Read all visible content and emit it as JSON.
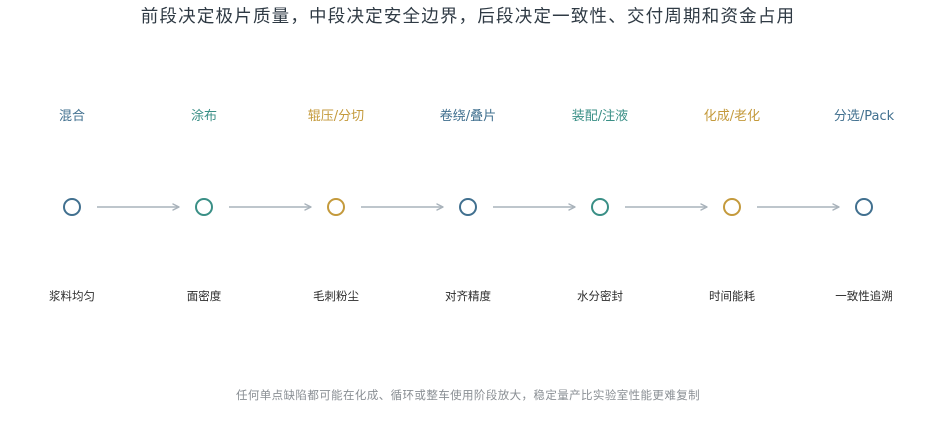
{
  "title": "前段决定极片质量，中段决定安全边界，后段决定一致性、交付周期和资金占用",
  "colors": {
    "blue": "#41708f",
    "teal": "#3a8f86",
    "gold": "#c49a3c",
    "arrow": "#a9b3bb"
  },
  "steps": [
    {
      "stage": "混合",
      "metric": "浆料均匀",
      "color": "blue"
    },
    {
      "stage": "涂布",
      "metric": "面密度",
      "color": "teal"
    },
    {
      "stage": "辊压/分切",
      "metric": "毛刺粉尘",
      "color": "gold"
    },
    {
      "stage": "卷绕/叠片",
      "metric": "对齐精度",
      "color": "blue"
    },
    {
      "stage": "装配/注液",
      "metric": "水分密封",
      "color": "teal"
    },
    {
      "stage": "化成/老化",
      "metric": "时间能耗",
      "color": "gold"
    },
    {
      "stage": "分选/Pack",
      "metric": "一致性追溯",
      "color": "blue"
    }
  ],
  "footnote": "任何单点缺陷都可能在化成、循环或整车使用阶段放大，稳定量产比实验室性能更难复制"
}
